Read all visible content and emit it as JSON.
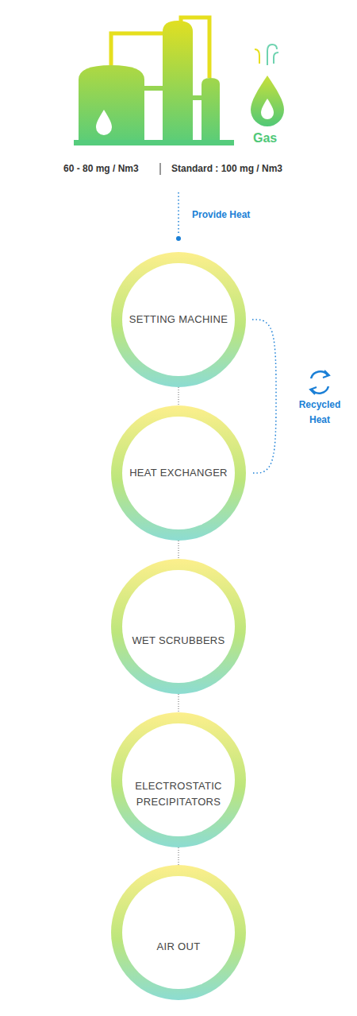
{
  "diagram": {
    "nodes": [
      {
        "text": [
          "SETTING MACHINE"
        ]
      },
      {
        "text": [
          "HEAT EXCHANGER"
        ]
      },
      {
        "text": [
          "WET SCRUBBERS"
        ]
      },
      {
        "text": [
          "ELECTROSTATIC PRECIPITATORS"
        ]
      },
      {
        "text": [
          "AIR OUT"
        ]
      }
    ],
    "edges": [
      {
        "from": 0,
        "to": 1,
        "arrow": "none"
      },
      {
        "from": 1,
        "to": 2,
        "arrow": "none"
      },
      {
        "from": 2,
        "to": 3,
        "arrow": "none"
      },
      {
        "from": 3,
        "to": 4,
        "arrow": "none"
      },
      {
        "from": 0,
        "to": 1,
        "label": "Recycled Heat",
        "arrow": "none"
      }
    ],
    "labels": [
      "60 - 80 mg / Nm3",
      "Standard : 100 mg / Nm3",
      "Provide Heat",
      "Gas"
    ]
  }
}
